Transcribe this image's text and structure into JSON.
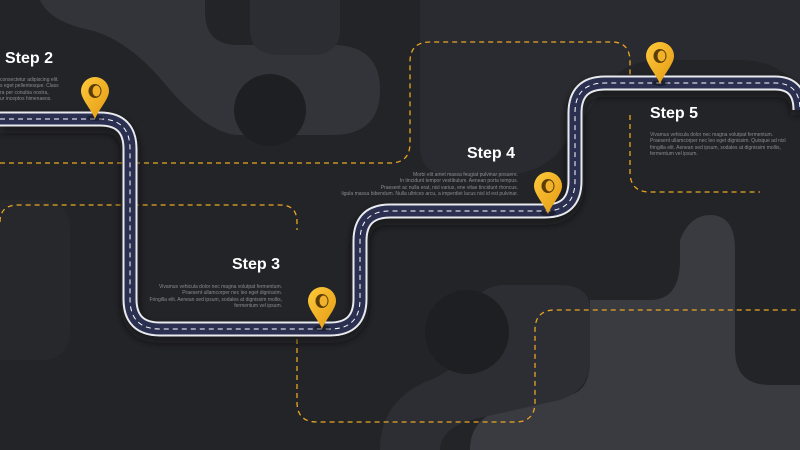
{
  "colors": {
    "background": "#232428",
    "shape_light": "#3a3b40",
    "shape_mid": "#2e2f34",
    "circle_dark": "#1c1d20",
    "dash_line": "#e8a623",
    "road_border": "#e9eaee",
    "road": "#2b3050",
    "pin": "#f4b321"
  },
  "steps": [
    {
      "heading": "Step 2",
      "lines": [
        "consectetur adipiscing elit.",
        "s eget pellentesque. Class",
        "ra per conubia nostra,",
        "ur inceptos himenaeos."
      ]
    },
    {
      "heading": "Step 3",
      "lines": [
        "Vivamus vehicula dolor nec magna volutpat fermentum.",
        "Praesent ullamcorper nec leo eget dignissim.",
        "Fringilla elit. Aenean sed ipsum, sodales at dignissim mollis,",
        "fermentum vel ipsum."
      ]
    },
    {
      "heading": "Step 4",
      "lines": [
        "Morbi elit amet massa feugiat pulvinar posuere.",
        "In tincidunt tempor vestibulum. Aenean porta tempus.",
        "Praesent ac nulla erat, nisl varius, ene vitae tincidunt rhoncus.",
        "ligula massa bibendum. Nulla ultrices arcu, a imperdiet lacus nisl id est pulvinar."
      ]
    },
    {
      "heading": "Step 5",
      "lines": [
        "Vivamus vehicula dolor nec magna volutpat fermentum.",
        "Praesent ullamcorper nec leo eget dignissim. Quisque ad nisl",
        "fringilla elit. Aenean sed ipsum, sodales at dignissim mollis,",
        "fermentum vel ipsum."
      ]
    }
  ],
  "icons": [
    "map-pin-icon"
  ]
}
